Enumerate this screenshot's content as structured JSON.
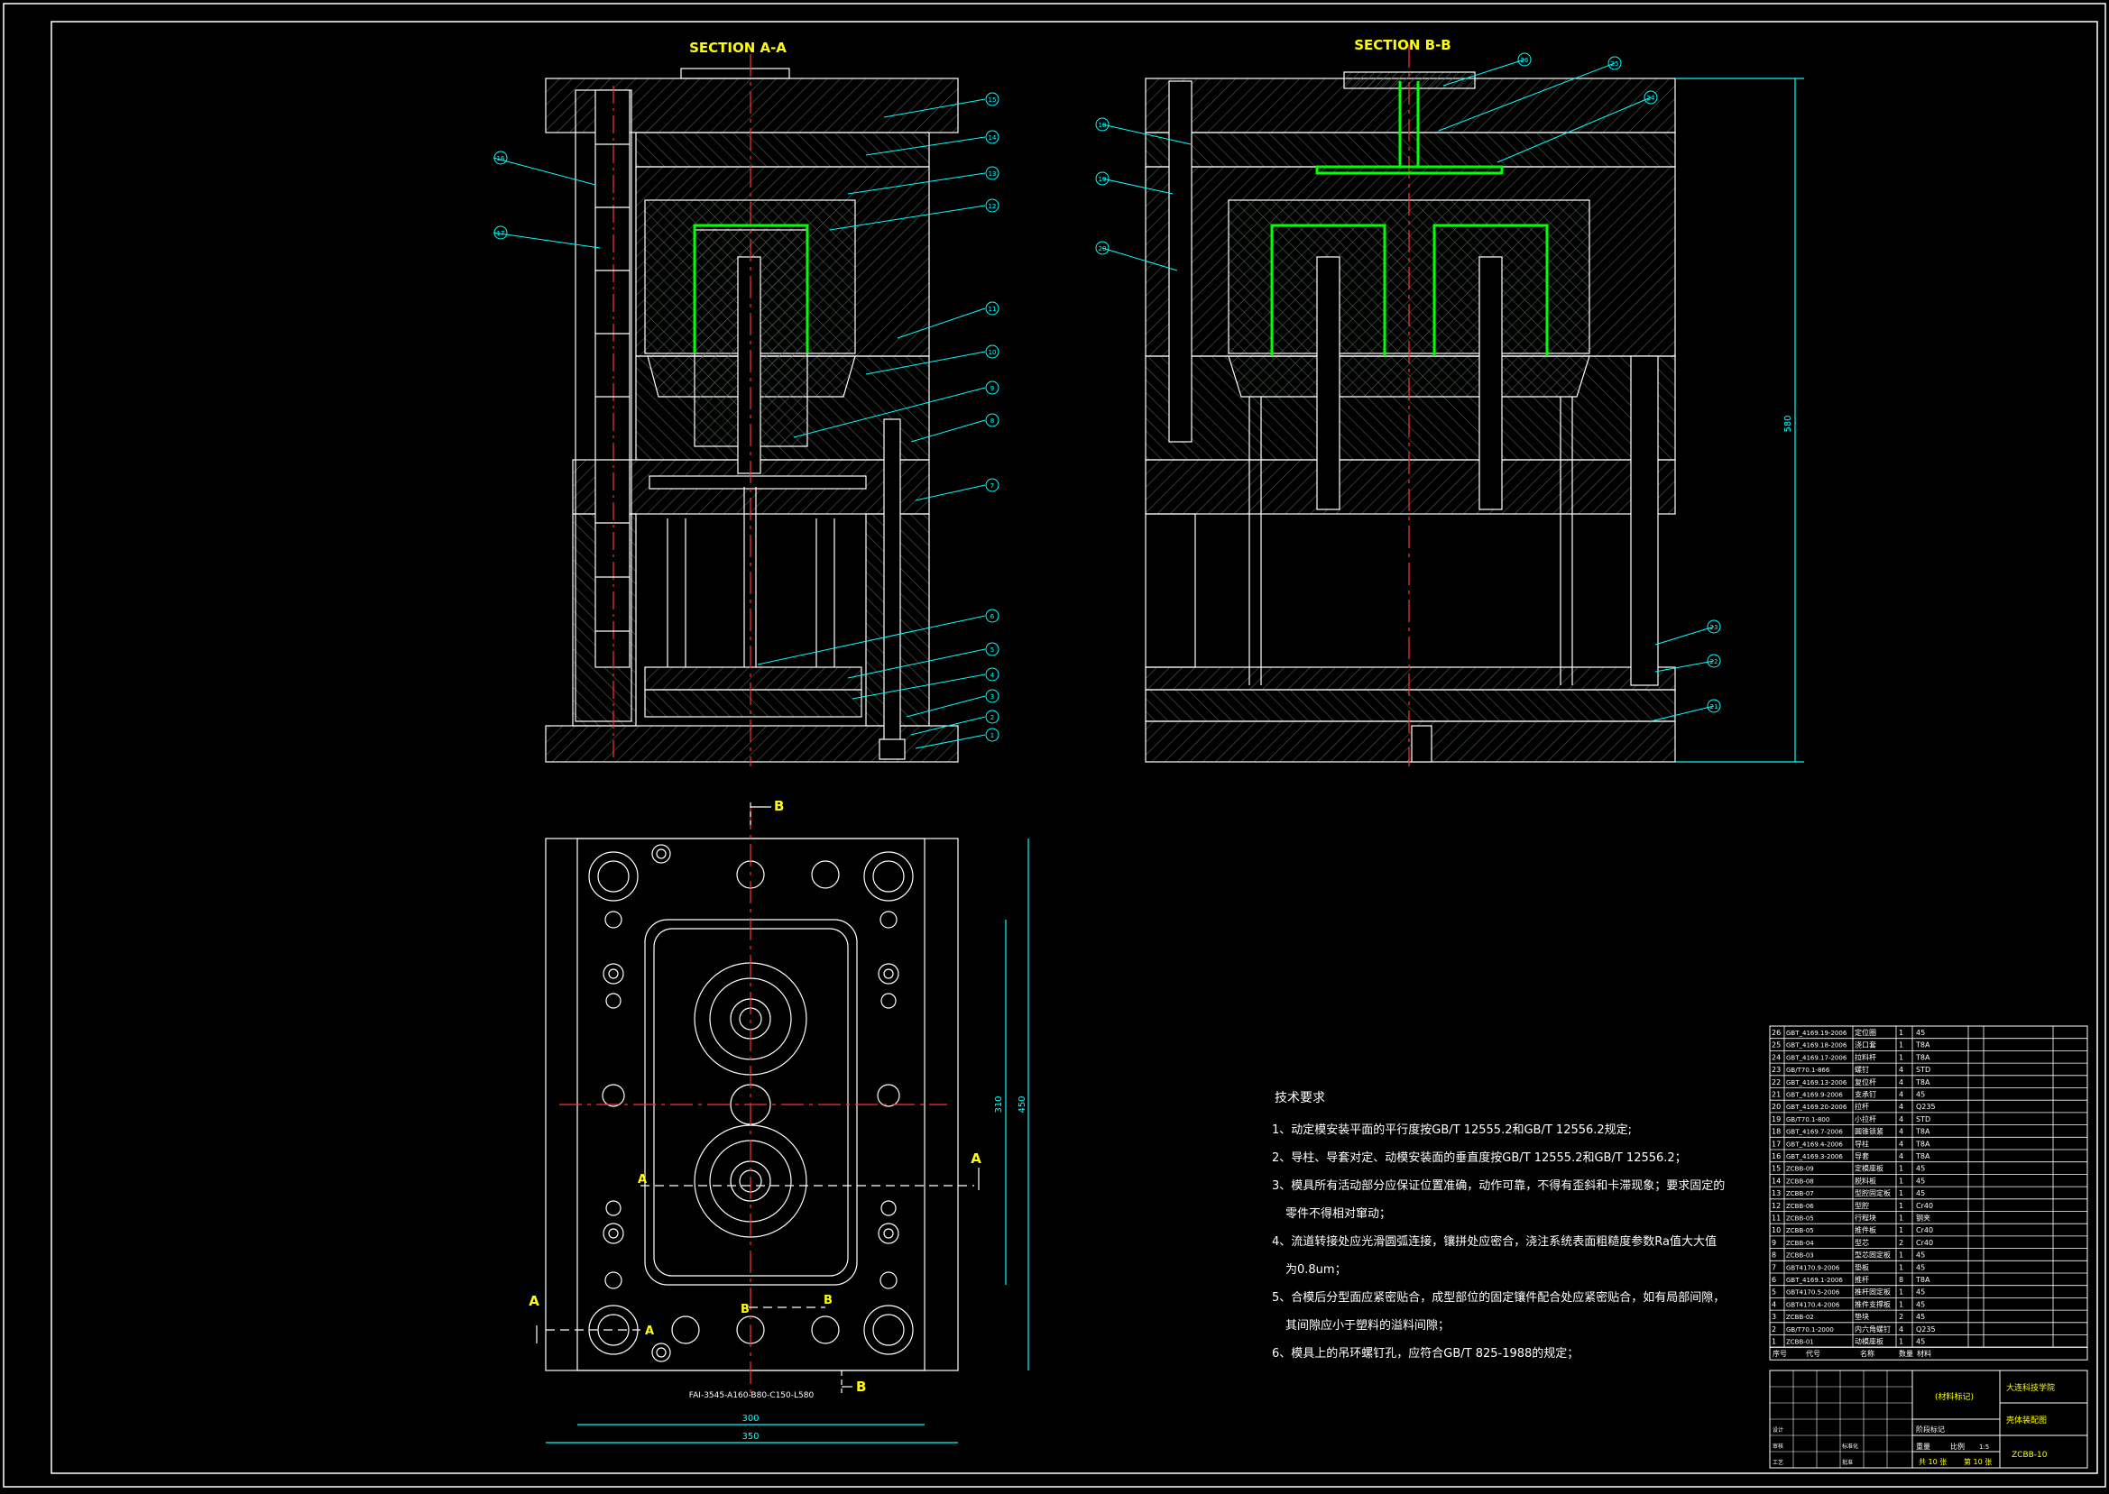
{
  "titles": {
    "section_aa": "SECTION A-A",
    "section_bb": "SECTION B-B"
  },
  "plan_marks": {
    "a": "A",
    "b": "B",
    "mold_base_code": "FAI-3545-A160-B80-C150-L580"
  },
  "dimensions": {
    "height_total": "580",
    "plan_inner_height": "310",
    "plan_outer_height": "450",
    "plan_inner_width": "300",
    "plan_outer_width": "350"
  },
  "balloons_aa": [
    "15",
    "14",
    "16",
    "13",
    "17",
    "12",
    "11",
    "10",
    "9",
    "8",
    "7",
    "6",
    "5",
    "4",
    "3",
    "2",
    "1"
  ],
  "balloons_bb": [
    "26",
    "25",
    "24",
    "18",
    "19",
    "20",
    "23",
    "22",
    "21"
  ],
  "tech_requirements": {
    "heading": "技术要求",
    "items": [
      "1、动定模安装平面的平行度按GB/T 12555.2和GB/T 12556.2规定;",
      "2、导柱、导套对定、动模安装面的垂直度按GB/T 12555.2和GB/T 12556.2；",
      "3、模具所有活动部分应保证位置准确，动作可靠，不得有歪斜和卡滞现象；要求固定的",
      "零件不得相对窜动；",
      "4、流道转接处应光滑圆弧连接，镶拼处应密合，浇注系统表面粗糙度参数Ra值大大值",
      "为0.8um；",
      "5、合模后分型面应紧密贴合，成型部位的固定镶件配合处应紧密贴合，如有局部间隙，",
      "其间隙应小于塑料的溢料间隙；",
      "6、模具上的吊环螺钉孔，应符合GB/T 825-1988的规定；"
    ]
  },
  "bom": [
    {
      "no": "26",
      "code": "GBT_4169.19-2006",
      "name": "定位圈",
      "qty": "1",
      "mat": "45"
    },
    {
      "no": "25",
      "code": "GBT_4169.18-2006",
      "name": "浇口套",
      "qty": "1",
      "mat": "T8A"
    },
    {
      "no": "24",
      "code": "GBT_4169.17-2006",
      "name": "拉料杆",
      "qty": "1",
      "mat": "T8A"
    },
    {
      "no": "23",
      "code": "GB/T70.1-866",
      "name": "螺钉",
      "qty": "4",
      "mat": "STD"
    },
    {
      "no": "22",
      "code": "GBT_4169.13-2006",
      "name": "复位杆",
      "qty": "4",
      "mat": "T8A"
    },
    {
      "no": "21",
      "code": "GBT_4169.9-2006",
      "name": "支承钉",
      "qty": "4",
      "mat": "45"
    },
    {
      "no": "20",
      "code": "GBT_4169.20-2006",
      "name": "拉杆",
      "qty": "4",
      "mat": "Q235"
    },
    {
      "no": "19",
      "code": "GB/T70.1-800",
      "name": "小拉杆",
      "qty": "4",
      "mat": "STD"
    },
    {
      "no": "18",
      "code": "GBT_4169.7-2006",
      "name": "圆锥锁紧",
      "qty": "4",
      "mat": "T8A"
    },
    {
      "no": "17",
      "code": "GBT_4169.4-2006",
      "name": "导柱",
      "qty": "4",
      "mat": "T8A"
    },
    {
      "no": "16",
      "code": "GBT_4169.3-2006",
      "name": "导套",
      "qty": "4",
      "mat": "T8A"
    },
    {
      "no": "15",
      "code": "ZCBB-09",
      "name": "定模座板",
      "qty": "1",
      "mat": "45"
    },
    {
      "no": "14",
      "code": "ZCBB-08",
      "name": "脱料板",
      "qty": "1",
      "mat": "45"
    },
    {
      "no": "13",
      "code": "ZCBB-07",
      "name": "型腔固定板",
      "qty": "1",
      "mat": "45"
    },
    {
      "no": "12",
      "code": "ZCBB-06",
      "name": "型腔",
      "qty": "1",
      "mat": "Cr40"
    },
    {
      "no": "11",
      "code": "ZCBB-05",
      "name": "行程块",
      "qty": "1",
      "mat": "钢夹"
    },
    {
      "no": "10",
      "code": "ZCBB-05",
      "name": "推件板",
      "qty": "1",
      "mat": "Cr40"
    },
    {
      "no": "9",
      "code": "ZCBB-04",
      "name": "型芯",
      "qty": "2",
      "mat": "Cr40"
    },
    {
      "no": "8",
      "code": "ZCBB-03",
      "name": "型芯固定板",
      "qty": "1",
      "mat": "45"
    },
    {
      "no": "7",
      "code": "GBT4170.9-2006",
      "name": "垫板",
      "qty": "1",
      "mat": "45"
    },
    {
      "no": "6",
      "code": "GBT_4169.1-2006",
      "name": "推杆",
      "qty": "8",
      "mat": "T8A"
    },
    {
      "no": "5",
      "code": "GBT4170.5-2006",
      "name": "推杆固定板",
      "qty": "1",
      "mat": "45"
    },
    {
      "no": "4",
      "code": "GBT4170.4-2006",
      "name": "推件支撑板",
      "qty": "1",
      "mat": "45"
    },
    {
      "no": "3",
      "code": "ZCBB-02",
      "name": "垫块",
      "qty": "2",
      "mat": "45"
    },
    {
      "no": "2",
      "code": "GB/T70.1-2000",
      "name": "内六角螺钉",
      "qty": "4",
      "mat": "Q235"
    },
    {
      "no": "1",
      "code": "ZCBB-01",
      "name": "动模座板",
      "qty": "1",
      "mat": "45"
    }
  ],
  "bom_header": {
    "no": "序号",
    "code": "代号",
    "name": "名称",
    "qty": "数量",
    "mat": "材料"
  },
  "title_block": {
    "material_mark": "(材料标记)",
    "school": "大连科技学院",
    "drawing_name": "壳体装配图",
    "drawing_no": "ZCBB-10",
    "sheets_total": "共 10 张",
    "sheet_no": "第 10 张",
    "scale_label": "比例",
    "scale": "1:5",
    "weight_label": "重量",
    "stage_label": "阶段标记",
    "designer_label": "设计",
    "checker_label": "审核",
    "process_label": "工艺",
    "approve_label": "批准",
    "std_label": "标准化"
  },
  "colors": {
    "background": "#000000",
    "frame": "#ffffff",
    "hatch": "#5a6b5a",
    "part_outline": "#00ff00",
    "leader": "#00ffff",
    "centerline": "#ff3333",
    "title_text": "#ffff00"
  }
}
